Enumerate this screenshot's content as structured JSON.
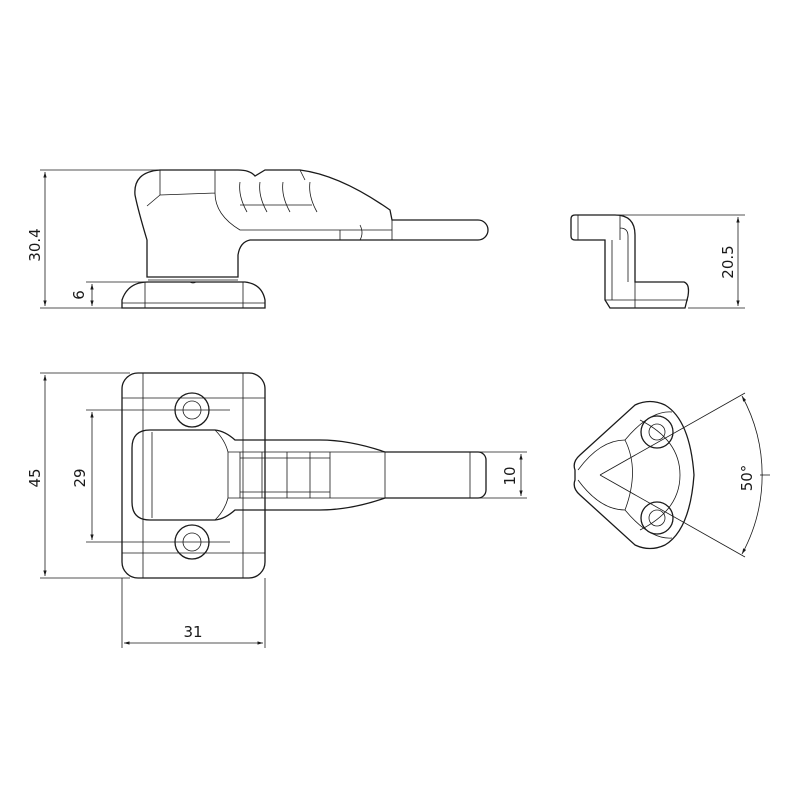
{
  "dimensions": {
    "side_height": "30.4",
    "base_height": "6",
    "end_height": "20.5",
    "plate_height": "45",
    "hole_spacing": "29",
    "arm_width": "10",
    "plate_width": "31",
    "angle": "50°"
  },
  "colors": {
    "line": "#1a1a1a",
    "background": "#ffffff"
  }
}
